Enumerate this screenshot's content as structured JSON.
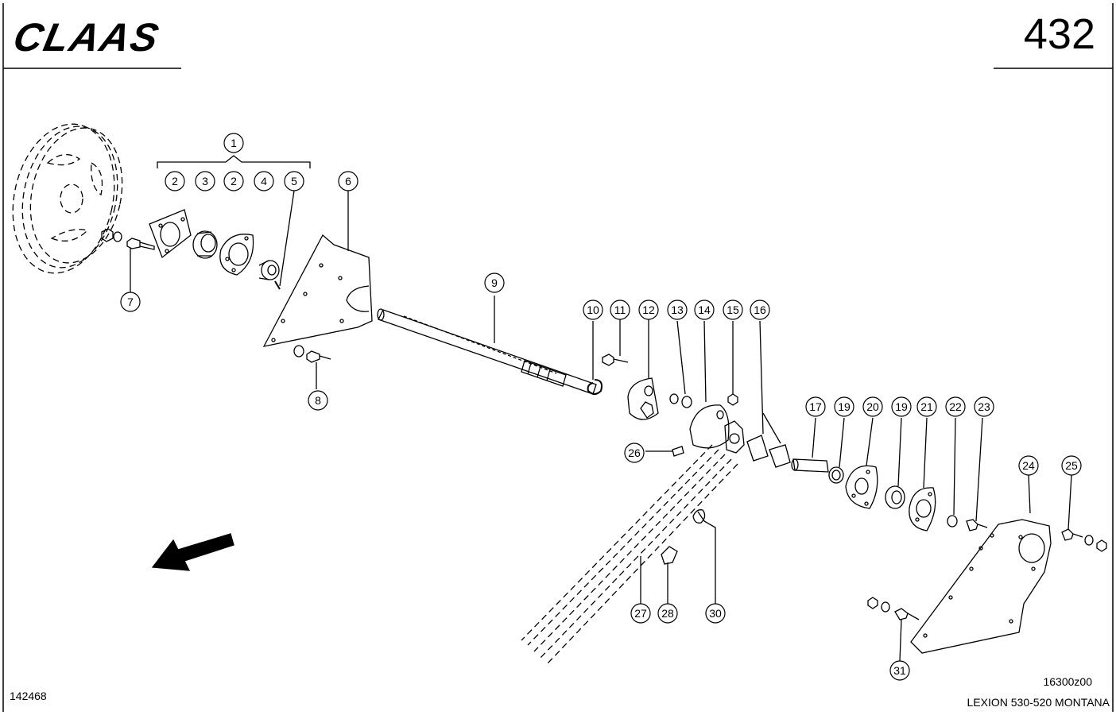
{
  "header": {
    "logo_text": "CLAAS",
    "page_number": "432"
  },
  "footer": {
    "left_reference": "142468",
    "drawing_code": "16300z00",
    "model": "LEXION 530-520 MONTANA"
  },
  "callouts": [
    "1",
    "2",
    "3",
    "2",
    "4",
    "5",
    "6",
    "7",
    "8",
    "9",
    "10",
    "11",
    "12",
    "13",
    "14",
    "15",
    "16",
    "17",
    "19",
    "20",
    "19",
    "21",
    "22",
    "23",
    "24",
    "25",
    "26",
    "27",
    "28",
    "30",
    "31"
  ]
}
